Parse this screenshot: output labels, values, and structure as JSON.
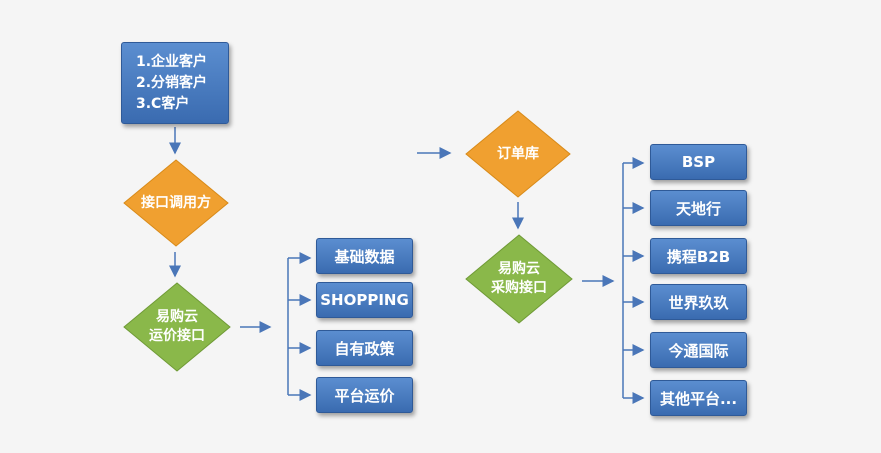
{
  "clients": [
    "1.企业客户",
    "2.分销客户",
    "3.C客户"
  ],
  "interface_caller": "接口调用方",
  "freight_interface": "易购云\n运价接口",
  "freight_items": [
    "基础数据",
    "SHOPPING",
    "自有政策",
    "平台运价"
  ],
  "order_db": "订单库",
  "purchase_interface": "易购云\n采购接口",
  "purchase_items": [
    "BSP",
    "天地行",
    "携程B2B",
    "世界玖玖",
    "今通国际",
    "其他平台..."
  ],
  "colors": {
    "blue": "#4a7cc0",
    "orange": "#f0a030",
    "green": "#8ab84a",
    "line": "#4a76b8"
  }
}
